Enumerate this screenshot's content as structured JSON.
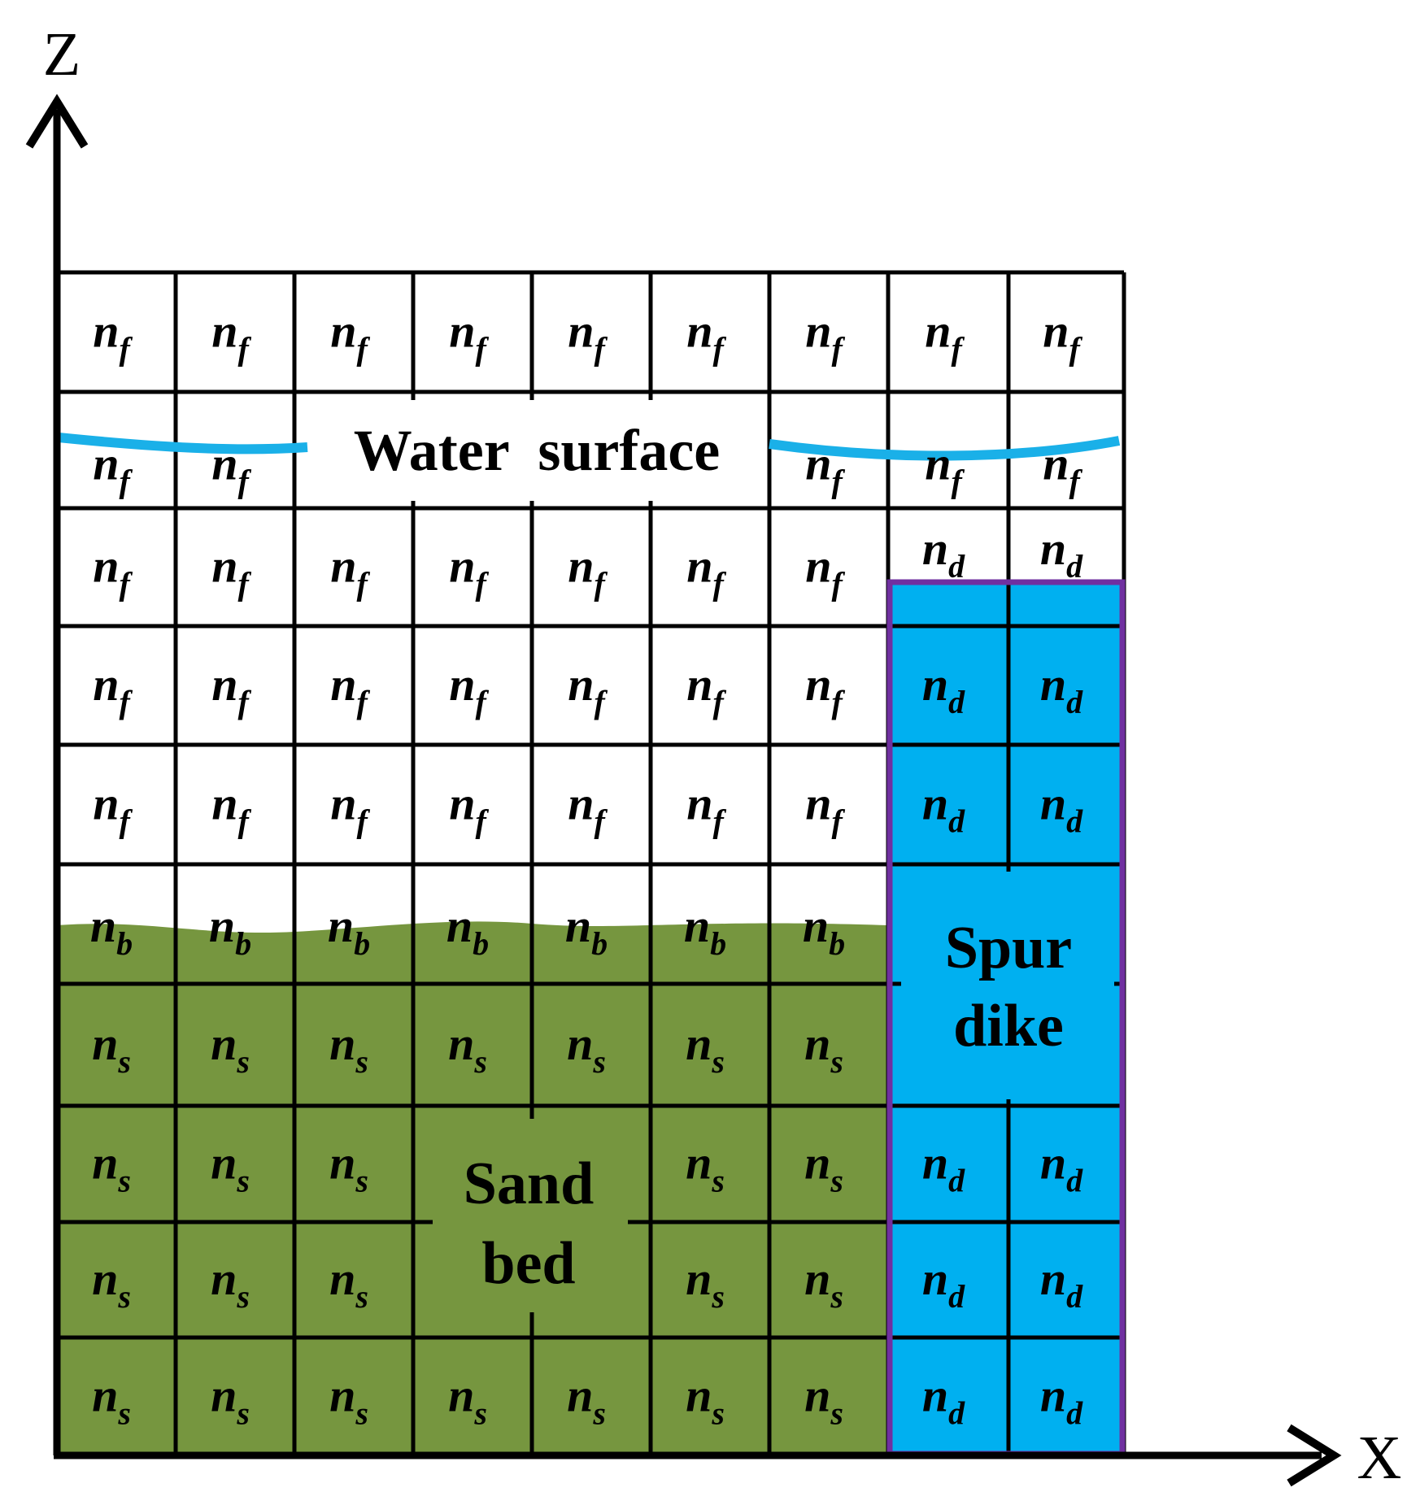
{
  "axes": {
    "z_label": "Z",
    "x_label": "X"
  },
  "regions": {
    "water_surface": "Water  surface",
    "sand_bed": [
      "Sand",
      "bed"
    ],
    "spur_dike": [
      "Spur",
      "dike"
    ]
  },
  "symbols": {
    "n": "n",
    "f": "f",
    "d": "d",
    "b": "b",
    "s": "s"
  },
  "grid": {
    "columns": 9,
    "rows": 10,
    "cells": [
      [
        "f",
        "f",
        "f",
        "f",
        "f",
        "f",
        "f",
        "f",
        "f"
      ],
      [
        "f",
        "f",
        "",
        "",
        "",
        "",
        "f",
        "f",
        "f"
      ],
      [
        "f",
        "f",
        "f",
        "f",
        "f",
        "f",
        "f",
        "d",
        "d"
      ],
      [
        "f",
        "f",
        "f",
        "f",
        "f",
        "f",
        "f",
        "d",
        "d"
      ],
      [
        "f",
        "f",
        "f",
        "f",
        "f",
        "f",
        "f",
        "d",
        "d"
      ],
      [
        "b",
        "b",
        "b",
        "b",
        "b",
        "b",
        "b",
        "",
        ""
      ],
      [
        "s",
        "s",
        "s",
        "s",
        "s",
        "s",
        "s",
        "",
        ""
      ],
      [
        "s",
        "s",
        "s",
        "",
        "",
        "s",
        "s",
        "d",
        "d"
      ],
      [
        "s",
        "s",
        "s",
        "",
        "",
        "s",
        "s",
        "d",
        "d"
      ],
      [
        "s",
        "s",
        "s",
        "s",
        "s",
        "s",
        "s",
        "d",
        "d"
      ]
    ]
  },
  "colors": {
    "sand": "#76963f",
    "dike_fill": "#00b0f0",
    "dike_border": "#7030a0",
    "water_line": "#1ab0e8",
    "grid": "#000000"
  }
}
